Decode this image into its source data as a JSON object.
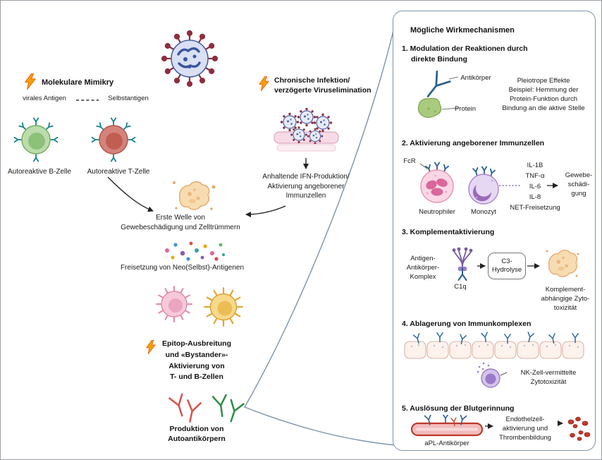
{
  "colors": {
    "accent_bolt": "#f59f00",
    "panel_border": "#7b93ab",
    "antibody_red": "#d9534f",
    "antibody_green": "#2f8f46",
    "antibody_blue": "#2a5f8f",
    "virus_blue": "#4a5fa5",
    "spike_maroon": "#8c2f3f",
    "vessel_red": "#c0392b"
  },
  "left": {
    "mimicry_title": "Molekulare Mimikry",
    "viral_antigen": "virales Antigen",
    "self_antigen": "Selbstantigen",
    "b_cell_label": "Autoreaktive B-Zelle",
    "t_cell_label": "Autoreaktive T-Zelle",
    "chronic_title": "Chronische Infektion/\nverzögerte Viruselimination",
    "ifn_text": "Anhaltende IFN-Produktion/\nAktivierung angeborener\nImmunzellen",
    "first_wave": "Erste Welle von\nGewebeschädigung und Zelltrümmern",
    "neo_antigens": "Freisetzung von Neo(Selbst)-Antigenen",
    "epitope_text": "Epitop-Ausbreitung\nund «Bystander»-\nAktivierung von\nT- und B-Zellen",
    "production": "Produktion von\nAutoantikörpern"
  },
  "panel": {
    "title": "Mögliche Wirkmechanismen",
    "m1": {
      "heading": "1. Modulation der Reaktionen durch\ndirekte Bindung",
      "antibody_label": "Antikörper",
      "protein_label": "Protein",
      "effect_text": "Pleiotrope Effekte\nBeispiel: Hemmung der\nProtein-Funktion durch\nBindung an die aktive Stelle"
    },
    "m2": {
      "heading": "2. Aktivierung angeborener Immunzellen",
      "fcr_label": "FcR",
      "neutrophil_label": "Neutrophiler",
      "monocyte_label": "Monozyt",
      "cytokines": [
        "IL-1B",
        "TNF-α",
        "IL-6",
        "IL-8",
        "NET-Freisetzung"
      ],
      "damage_text": "Gewebe-\nschädi-\ngung"
    },
    "m3": {
      "heading": "3. Komplementaktivierung",
      "complex_label": "Antigen-\nAntikörper-\nKomplex",
      "c1q_label": "C1q",
      "c3_box": "C3-\nHydrolyse",
      "cytotox_text": "Komplement-\nabhängige Zyto-\ntoxizität"
    },
    "m4": {
      "heading": "4. Ablagerung von Immunkomplexen",
      "nk_text": "NK-Zell-vermittelte\nZytotoxizität"
    },
    "m5": {
      "heading": "5. Auslösung der Blutgerinnung",
      "apl_label": "aPL-Antikörper",
      "endothel_text": "Endothelzell-\naktivierung und\nThrombenbildung"
    }
  }
}
